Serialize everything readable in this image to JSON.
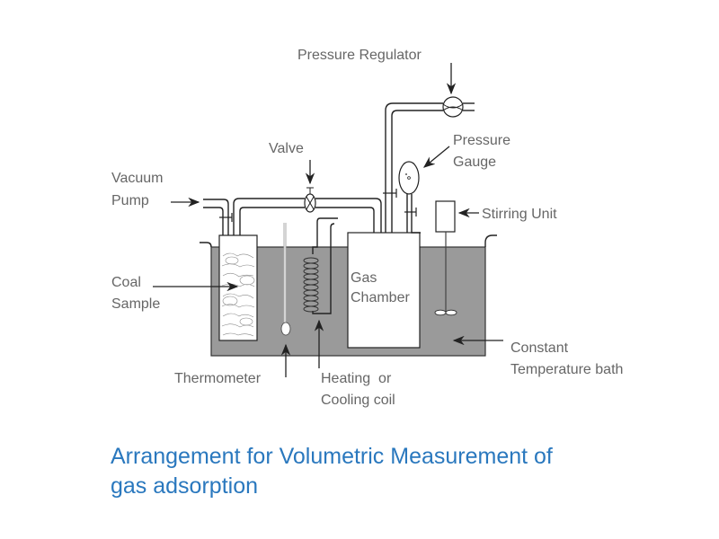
{
  "diagram": {
    "labels": {
      "pressure_regulator": "Pressure Regulator",
      "valve": "Valve",
      "vacuum_pump": [
        "Vacuum",
        "Pump"
      ],
      "pressure_gauge": [
        "Pressure",
        "Gauge"
      ],
      "stirring_unit": "Stirring Unit",
      "coal_sample": [
        "Coal",
        "Sample"
      ],
      "gas_chamber": [
        "Gas",
        "Chamber"
      ],
      "thermometer": "Thermometer",
      "heating_coil": [
        "Heating  or",
        "Cooling coil"
      ],
      "constant_bath": [
        "Constant",
        "Temperature bath"
      ]
    },
    "colors": {
      "bath_fill": "#9a9a9a",
      "label_text": "#666666",
      "title_text": "#2a78be",
      "line": "#222222"
    }
  },
  "caption": {
    "line1": "Arrangement for Volumetric Measurement of",
    "line2": "gas adsorption"
  }
}
